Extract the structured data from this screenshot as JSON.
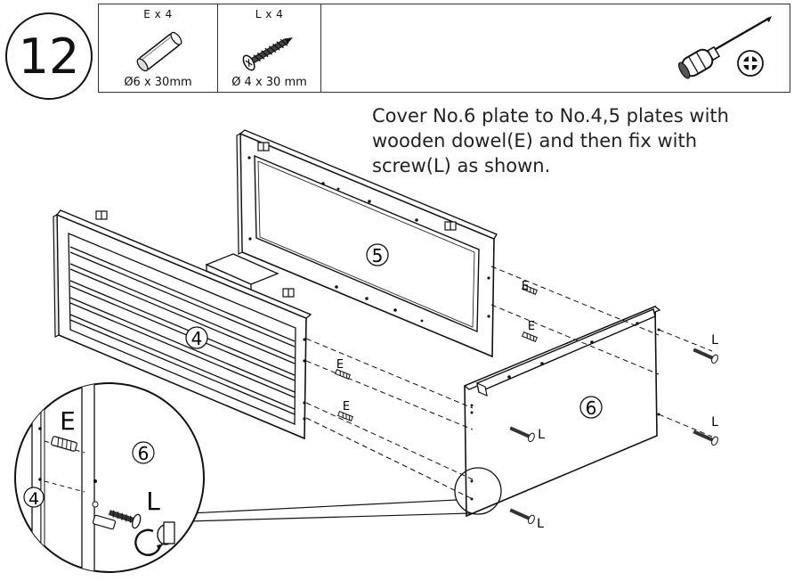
{
  "step": {
    "number": "12"
  },
  "parts": [
    {
      "qty_label": "E x 4",
      "size_label": "Ø6 x 30mm",
      "icon": "wooden-dowel-icon"
    },
    {
      "qty_label": "L x 4",
      "size_label": "Ø 4 x 30 mm",
      "icon": "screw-icon"
    }
  ],
  "tool": {
    "icon": "phillips-screwdriver-icon"
  },
  "instruction": {
    "line1": "Cover No.6 plate to No.4,5 plates with",
    "line2": "wooden dowel(E) and then fix with",
    "line3": "screw(L) as shown."
  },
  "diagram": {
    "plate_4": "4",
    "plate_5": "5",
    "plate_6": "6",
    "dowel_label": "E",
    "screw_label": "L",
    "detail": {
      "plate_4": "4",
      "plate_6": "6",
      "dowel_label": "E",
      "screw_label": "L"
    }
  }
}
